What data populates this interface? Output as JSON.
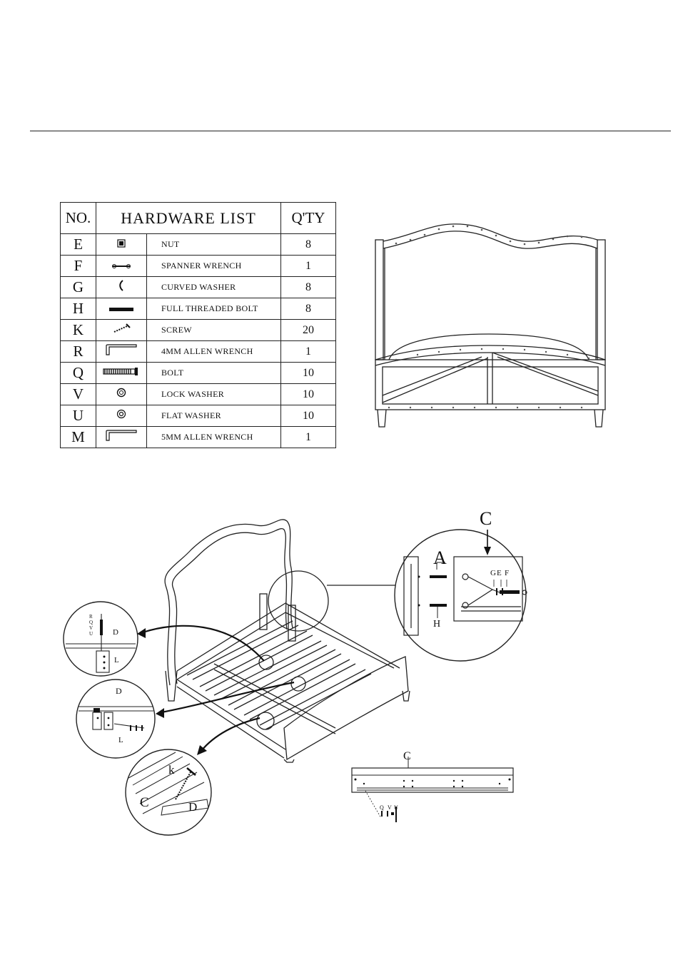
{
  "table": {
    "header_no": "NO.",
    "header_list": "HARDWARE LIST",
    "header_qty": "Q'TY",
    "rows": [
      {
        "letter": "E",
        "icon": "nut-icon",
        "name": "NUT",
        "qty": "8"
      },
      {
        "letter": "F",
        "icon": "spanner-wrench-icon",
        "name": "SPANNER WRENCH",
        "qty": "1"
      },
      {
        "letter": "G",
        "icon": "curved-washer-icon",
        "name": "CURVED WASHER",
        "qty": "8"
      },
      {
        "letter": "H",
        "icon": "bolt-icon",
        "name": "FULL THREADED BOLT",
        "qty": "8"
      },
      {
        "letter": "K",
        "icon": "screw-icon",
        "name": "SCREW",
        "qty": "20"
      },
      {
        "letter": "R",
        "icon": "allen-wrench-icon",
        "name": "4MM ALLEN WRENCH",
        "qty": "1"
      },
      {
        "letter": "Q",
        "icon": "threaded-bolt-icon",
        "name": "BOLT",
        "qty": "10"
      },
      {
        "letter": "V",
        "icon": "lock-washer-icon",
        "name": "LOCK WASHER",
        "qty": "10"
      },
      {
        "letter": "U",
        "icon": "flat-washer-icon",
        "name": "FLAT WASHER",
        "qty": "10"
      },
      {
        "letter": "M",
        "icon": "allen-wrench-icon",
        "name": "5MM ALLEN WRENCH",
        "qty": "1"
      }
    ]
  },
  "diagram_labels": {
    "c_top": "C",
    "a": "A",
    "g": "G",
    "e": "E",
    "f": "F",
    "h": "H",
    "d_left1": "D",
    "l_left1": "L",
    "d_left2": "D",
    "l_left2": "L",
    "k": "k",
    "c_bottom": "C",
    "d_bottom": "D",
    "c_rail": "C",
    "rail_stack": [
      "Q",
      "V",
      "U"
    ],
    "left1_stack": [
      "R",
      "Q",
      "V",
      "U"
    ]
  }
}
